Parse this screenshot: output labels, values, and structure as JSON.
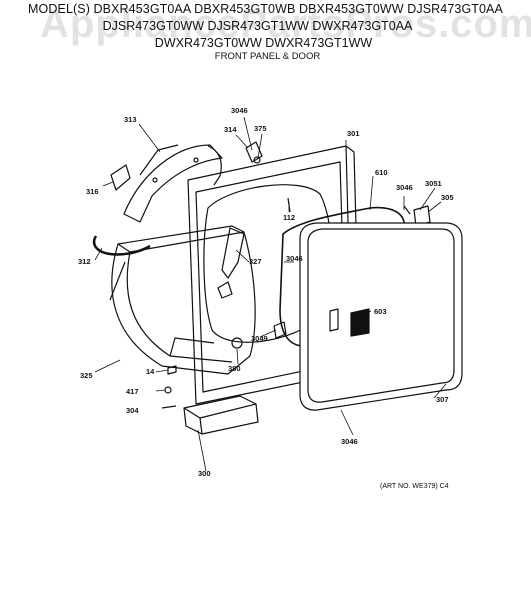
{
  "header": {
    "line1": "MODEL(S) DBXR453GT0AA  DBXR453GT0WB  DBXR453GT0WW  DJSR473GT0AA",
    "line2": "DJSR473GT0WW  DJSR473GT1WW  DWXR473GT0AA",
    "line3": "DWXR473GT0WW  DWXR473GT1WW",
    "subtitle": "FRONT PANEL & DOOR"
  },
  "watermark": "AppliancePartsPros.com",
  "footer": "(ART NO. WE379) C4",
  "parts": [
    "3046",
    "313",
    "314",
    "375",
    "301",
    "316",
    "610",
    "3046",
    "3051",
    "305",
    "112",
    "312",
    "327",
    "3046",
    "603",
    "3049",
    "325",
    "380",
    "14",
    "417",
    "304",
    "307",
    "3046",
    "300"
  ],
  "colors": {
    "ink": "#111111",
    "paper": "#ffffff",
    "watermark": "#969696"
  }
}
